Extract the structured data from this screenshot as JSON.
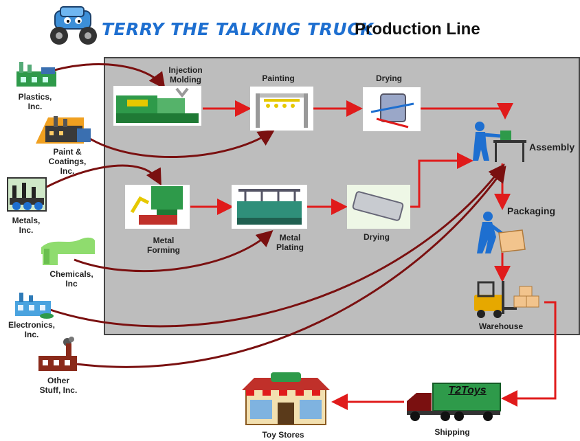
{
  "header": {
    "brand": "TERRY THE TALKING TRUCK",
    "title": "Production Line"
  },
  "suppliers": {
    "plastics": "Plastics,\nInc.",
    "paint": "Paint &\nCoatings,\nInc.",
    "metals": "Metals,\nInc.",
    "chemicals": "Chemicals,\nInc",
    "electronics": "Electronics,\nInc.",
    "other": "Other\nStuff, Inc."
  },
  "stages": {
    "injection_molding": "Injection\nMolding",
    "painting": "Painting",
    "drying_top": "Drying",
    "assembly": "Assembly",
    "metal_forming": "Metal\nForming",
    "metal_plating": "Metal\nPlating",
    "drying_bottom": "Drying",
    "packaging": "Packaging",
    "warehouse": "Warehouse"
  },
  "distribution": {
    "shipping": "Shipping",
    "truck_brand": "T2Toys",
    "toy_stores": "Toy Stores"
  },
  "colors": {
    "brand_blue": "#1e6fd0",
    "panel_gray": "#bdbdbd",
    "flow_red": "#e01b1b",
    "supply_maroon": "#7a1010",
    "truck_green": "#2e9a4a"
  }
}
